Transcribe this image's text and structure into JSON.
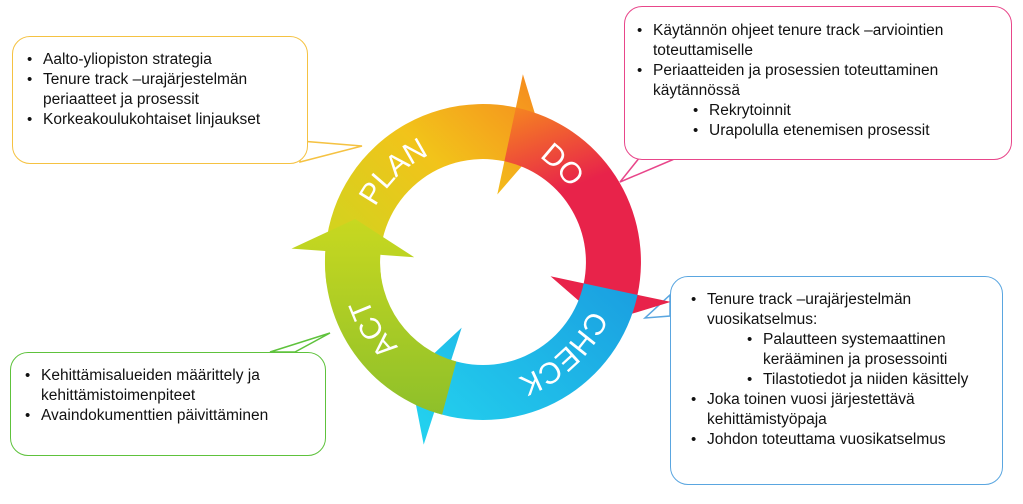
{
  "cycle": {
    "colors": {
      "plan": "#f2c31a",
      "do": "#e8234a",
      "check": "#1a9ee0",
      "act": "#8ec02a",
      "yellow_green": "#c8d820",
      "orange": "#f6881f"
    },
    "steps": [
      {
        "id": "plan",
        "label": "PLAN"
      },
      {
        "id": "do",
        "label": "DO"
      },
      {
        "id": "check",
        "label": "CHECK"
      },
      {
        "id": "act",
        "label": "ACT"
      }
    ]
  },
  "callouts": {
    "plan": {
      "border_color": "#f5c242",
      "items": [
        {
          "text": "Aalto-yliopiston strategia"
        },
        {
          "text": "Tenure track –urajärjestelmän periaatteet ja prosessit"
        },
        {
          "text": "Korkeakoulukohtaiset linjaukset"
        }
      ]
    },
    "do": {
      "border_color": "#e8468a",
      "items": [
        {
          "text": "Käytännön ohjeet tenure track –arviointien toteuttamiselle"
        },
        {
          "text": "Periaatteiden ja prosessien toteuttaminen käytännössä",
          "sub": [
            {
              "text": "Rekrytoinnit"
            },
            {
              "text": "Urapolulla etenemisen prosessit"
            }
          ]
        }
      ]
    },
    "check": {
      "border_color": "#5aa6e0",
      "items": [
        {
          "text": "Tenure track –urajärjestelmän vuosikatselmus:",
          "sub": [
            {
              "text": "Palautteen systemaattinen kerääminen ja prosessointi"
            },
            {
              "text": "Tilastotiedot ja niiden käsittely"
            }
          ]
        },
        {
          "text": "Joka toinen vuosi järjestettävä kehittämistyöpaja"
        },
        {
          "text": "Johdon toteuttama vuosikatselmus"
        }
      ]
    },
    "act": {
      "border_color": "#5ec23c",
      "items": [
        {
          "text": "Kehittämisalueiden määrittely ja kehittämistoimenpiteet"
        },
        {
          "text": "Avaindokumenttien päivittäminen"
        }
      ]
    }
  }
}
